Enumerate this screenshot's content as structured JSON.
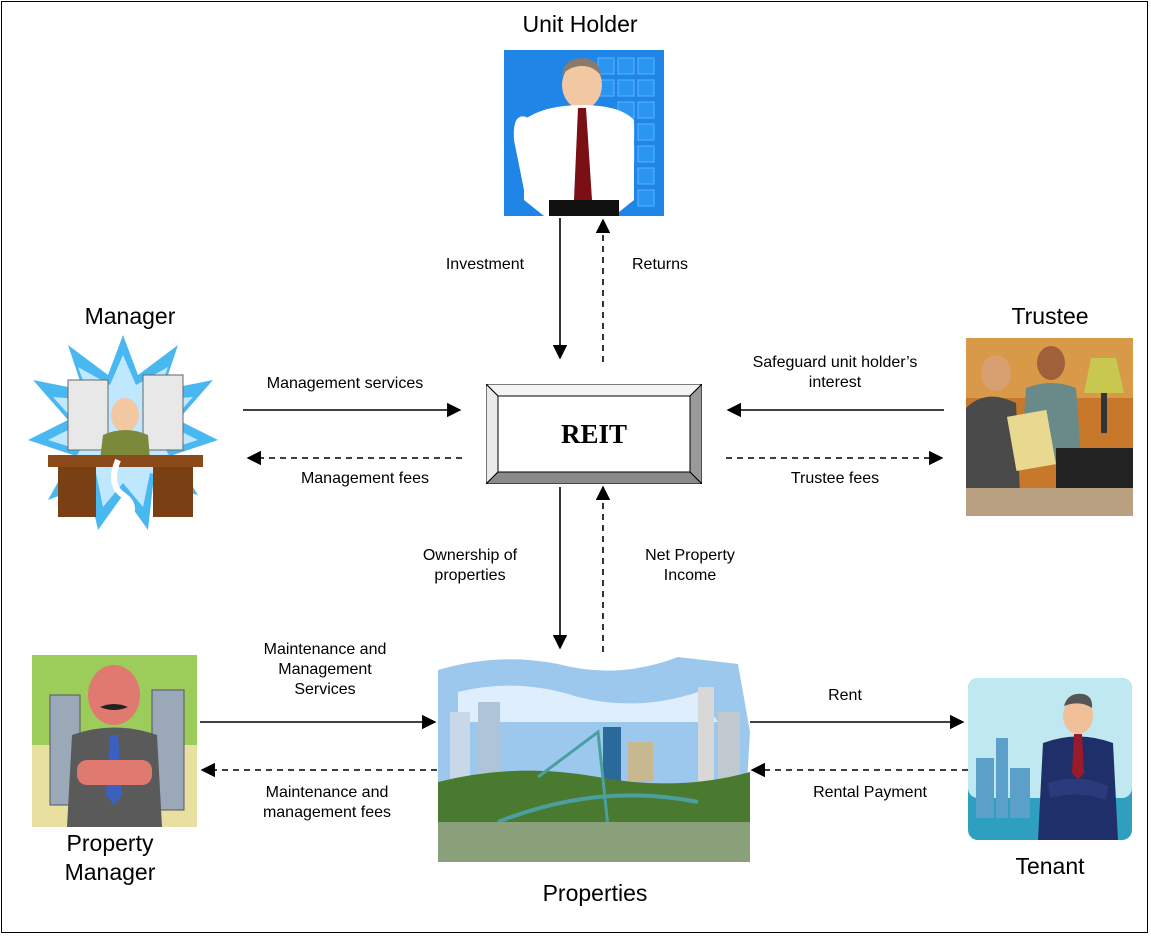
{
  "entities": {
    "unit_holder": "Unit Holder",
    "manager": "Manager",
    "trustee": "Trustee",
    "reit": "REIT",
    "property_manager": "Property\nManager",
    "properties": "Properties",
    "tenant": "Tenant"
  },
  "flows": {
    "investment": "Investment",
    "returns": "Returns",
    "management_services": "Management services",
    "management_fees": "Management fees",
    "safeguard_line1": "Safeguard unit holder’s",
    "safeguard_line2": "interest",
    "trustee_fees": "Trustee fees",
    "ownership_line1": "Ownership of",
    "ownership_line2": "properties",
    "npi_line1": "Net Property",
    "npi_line2": "Income",
    "maint_services_line1": "Maintenance and",
    "maint_services_line2": "Management",
    "maint_services_line3": "Services",
    "maint_fees_line1": "Maintenance and",
    "maint_fees_line2": "management fees",
    "rent": "Rent",
    "rental_payment": "Rental Payment"
  },
  "icons": {
    "unit_holder": "businessman-clipart",
    "manager": "stressed-manager-clipart",
    "trustee": "meeting-clipart",
    "property_manager": "property-manager-clipart",
    "properties": "city-skyline-photo",
    "tenant": "tenant-businessman-clipart"
  }
}
